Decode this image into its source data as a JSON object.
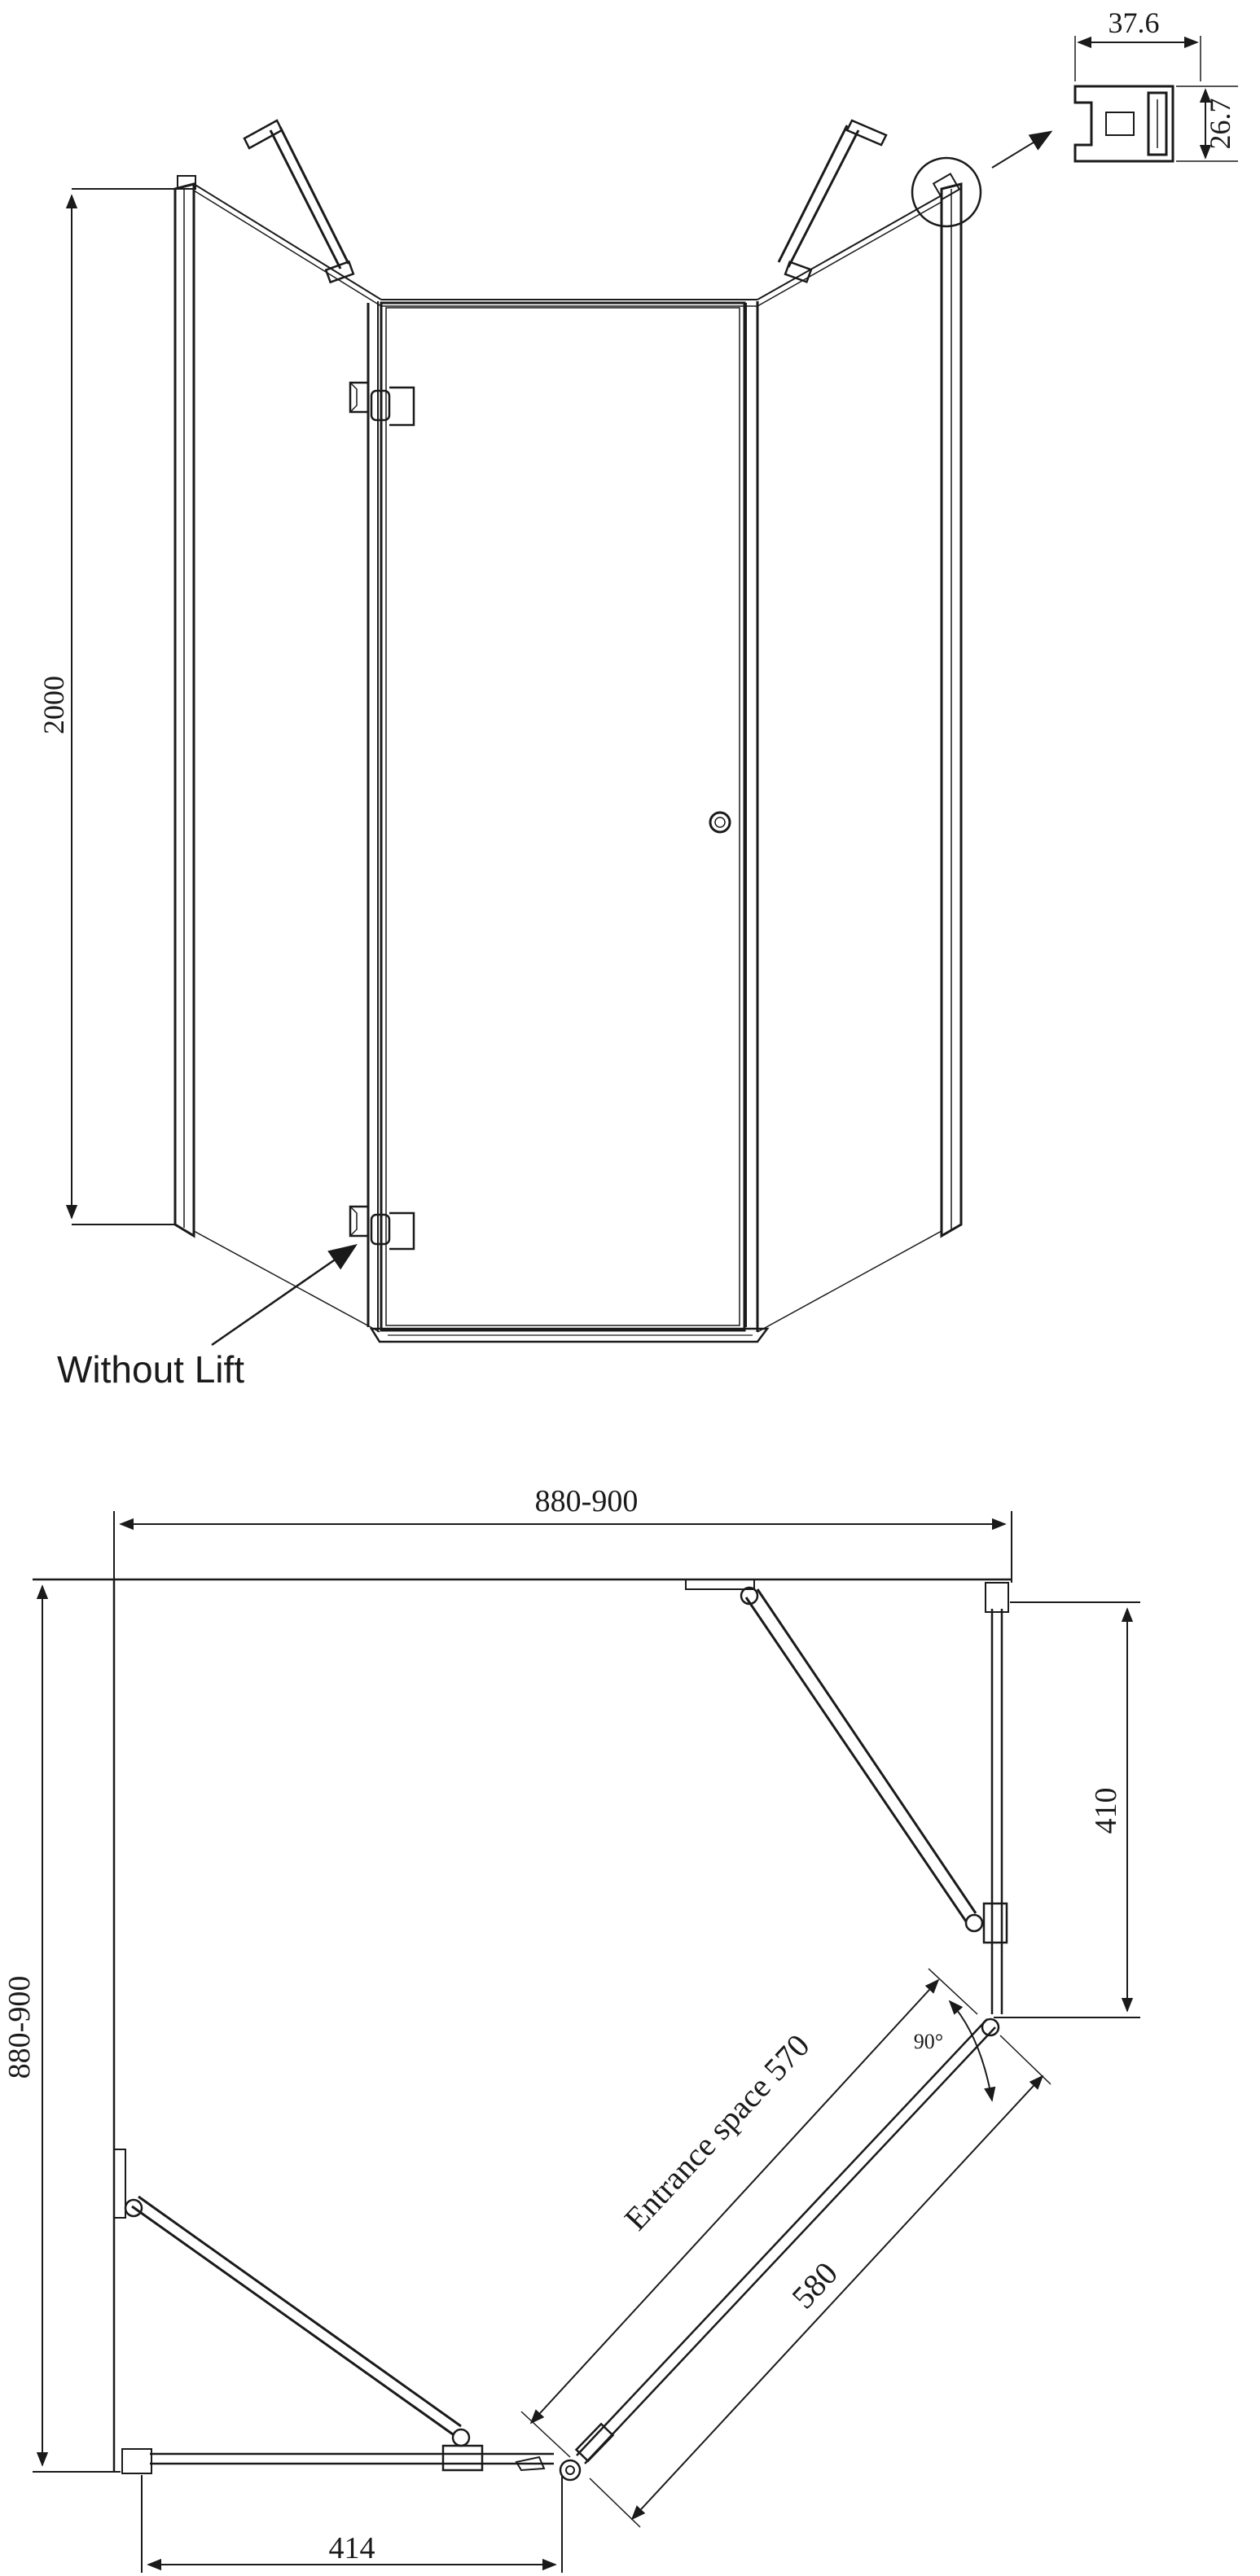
{
  "front_view": {
    "height_dim": "2000",
    "profile_width": "37.6",
    "profile_depth": "26.7",
    "callout": "Without Lift"
  },
  "plan_view": {
    "overall_width": "880-900",
    "overall_depth": "880-900",
    "side_panel_right": "410",
    "side_panel_bottom": "414",
    "door_width": "580",
    "entrance_space": "Entrance space 570",
    "angle": "90°"
  }
}
